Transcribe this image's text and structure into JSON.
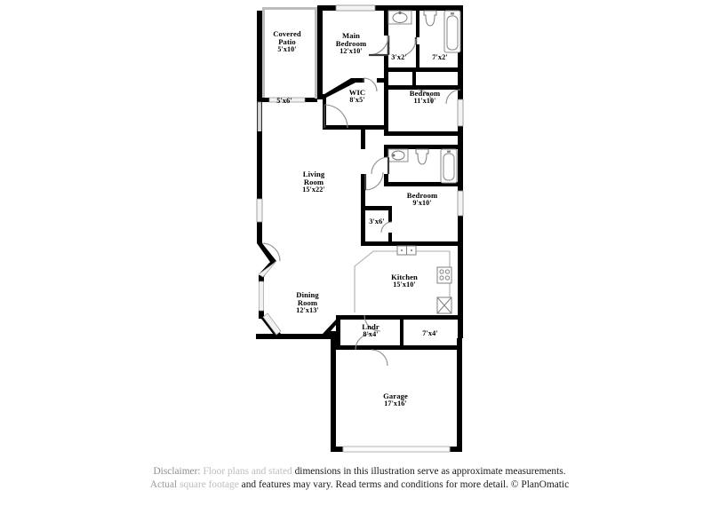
{
  "document": {
    "type": "floor-plan",
    "title": "Residential Floor Plan",
    "background_color": "#ffffff",
    "wall_color": "#000000",
    "fixture_color": "#6e6e6e"
  },
  "rooms": [
    {
      "key": "covered_patio",
      "name": "Covered\nPatio",
      "name_line1": "Covered",
      "name_line2": "Patio",
      "dimensions": "5'x10'"
    },
    {
      "key": "main_bedroom",
      "name": "Main Bedroom",
      "name_line1": "Main",
      "name_line2": "Bedroom",
      "dimensions": "12'x10'"
    },
    {
      "key": "porch_5x6",
      "name": "",
      "dimensions": "5'x6'"
    },
    {
      "key": "wic",
      "name": "WIC",
      "dimensions": "8'x5'"
    },
    {
      "key": "bath_3x2",
      "name": "",
      "dimensions": "3'x2'"
    },
    {
      "key": "bath_7x2",
      "name": "",
      "dimensions": "7'x2'"
    },
    {
      "key": "bedroom_11x10",
      "name": "Bedroom",
      "dimensions": "11'x10'"
    },
    {
      "key": "living_room",
      "name": "Living Room",
      "name_line1": "Living",
      "name_line2": "Room",
      "dimensions": "15'x22'"
    },
    {
      "key": "bedroom_9x10",
      "name": "Bedroom",
      "dimensions": "9'x10'"
    },
    {
      "key": "closet_3x6",
      "name": "",
      "dimensions": "3'x6'"
    },
    {
      "key": "kitchen",
      "name": "Kitchen",
      "dimensions": "15'x10'"
    },
    {
      "key": "dining_room",
      "name": "Dining Room",
      "name_line1": "Dining",
      "name_line2": "Room",
      "dimensions": "12'x13'"
    },
    {
      "key": "laundry",
      "name": "Lndr",
      "dimensions": "8'x4'"
    },
    {
      "key": "bath_7x4",
      "name": "",
      "dimensions": "7'x4'"
    },
    {
      "key": "garage",
      "name": "Garage",
      "dimensions": "17'x16'"
    }
  ],
  "fixtures": [
    {
      "key": "bath1-sink",
      "label": "sink"
    },
    {
      "key": "bath1-toilet",
      "label": "toilet"
    },
    {
      "key": "bath1-tub",
      "label": "bathtub"
    },
    {
      "key": "bath2-sink",
      "label": "sink"
    },
    {
      "key": "bath2-toilet",
      "label": "toilet"
    },
    {
      "key": "bath2-tub",
      "label": "bathtub"
    },
    {
      "key": "kitchen-sink",
      "label": "double-sink"
    },
    {
      "key": "kitchen-range",
      "label": "range"
    },
    {
      "key": "kitchen-dishwasher",
      "label": "dishwasher"
    }
  ],
  "disclaimer": {
    "line1_prefix": "Disclaimer: ",
    "line1_faded": "Floor plans and stated",
    "line1_rest": " dimensions in this illustration serve as approximate measurements.",
    "line2_prefix": "Actual ",
    "line2_faded": "square footage",
    "line2_rest": " and features may vary. Read terms and conditions for more detail. © PlanOmatic",
    "full_line1": "Disclaimer: Floor plans and stated dimensions in this illustration serve as approximate measurements.",
    "full_line2": "Actual square footage and features may vary. Read terms and conditions for more detail. © PlanOmatic",
    "copyright": "© PlanOmatic"
  }
}
